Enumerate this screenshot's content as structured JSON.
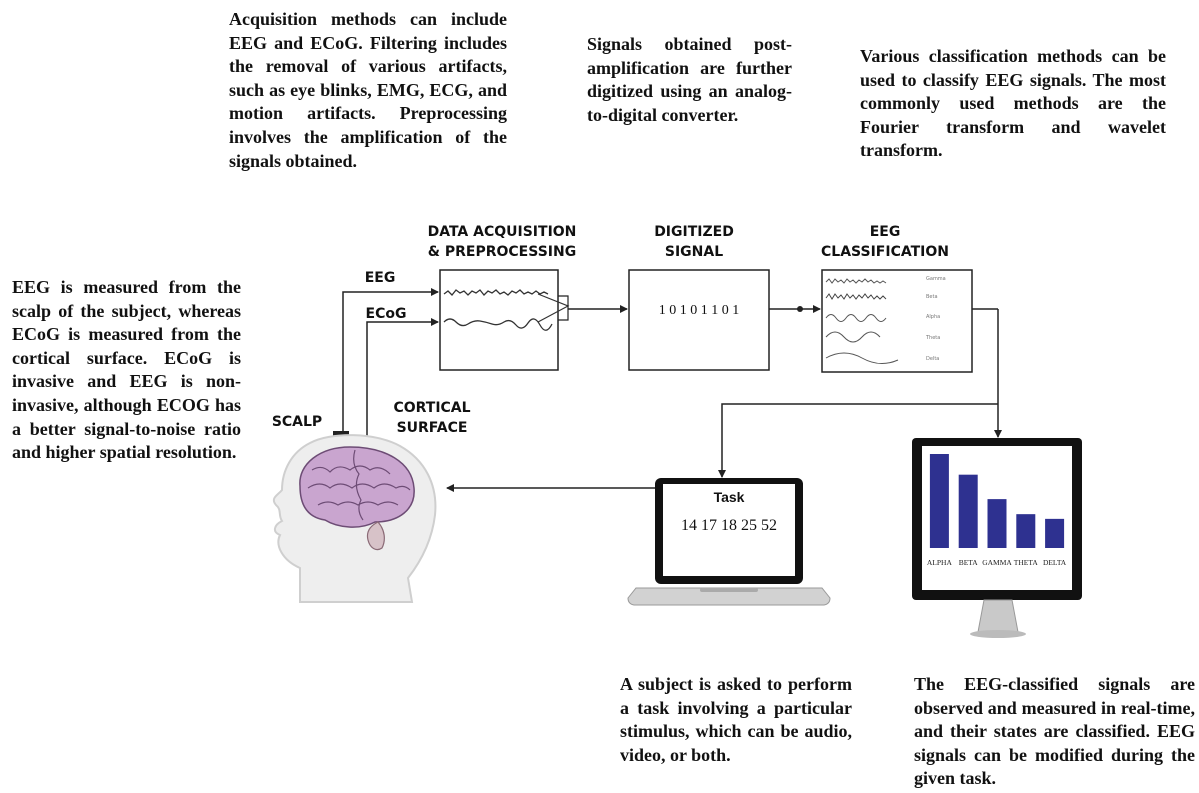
{
  "annotations": {
    "acquisition": "Acquisition methods can include EEG and ECoG. Filtering includes the removal of various artifacts, such as eye blinks, EMG, ECG, and motion artifacts. Preprocessing involves the amplification of the signals obtained.",
    "digitization": "Signals obtained post-amplification are further digitized using an analog-to-digital converter.",
    "classification": "Various classification methods can be used to classify EEG signals. The most commonly used methods are the Fourier transform and wavelet transform.",
    "measurement": "EEG is measured from the scalp of the subject, whereas ECoG is measured from the cortical surface. ECoG is invasive and EEG is non-invasive, although ECOG has a better signal-to-noise ratio and higher spatial resolution.",
    "task": "A subject is asked to perform a task involving a particular stimulus, which can be audio, video, or both.",
    "monitor": "The EEG-classified signals are observed and measured in real-time, and their states are classified. EEG signals can be modified during the given task."
  },
  "blocks": {
    "acquisition_title_1": "DATA ACQUISITION",
    "acquisition_title_2": "& PREPROCESSING",
    "digitized_title_1": "DIGITIZED",
    "digitized_title_2": "SIGNAL",
    "binary": "1 0 1 0 1 1 0 1",
    "classification_title_1": "EEG",
    "classification_title_2": "CLASSIFICATION",
    "input_eeg": "EEG",
    "input_ecog": "ECoG",
    "scalp": "SCALP",
    "cortical_1": "CORTICAL",
    "cortical_2": "SURFACE"
  },
  "laptop": {
    "title": "Task",
    "numbers": "14 17 18 25 52"
  },
  "chart_data": {
    "type": "bar",
    "categories": [
      "ALPHA",
      "BETA",
      "GAMMA",
      "THETA",
      "DELTA"
    ],
    "values": [
      100,
      78,
      52,
      36,
      31
    ],
    "color": "#2e3190"
  },
  "colors": {
    "line": "#222222",
    "screen": "#111111",
    "brain": "#c9a5cf",
    "head": "#e9e9e9"
  }
}
